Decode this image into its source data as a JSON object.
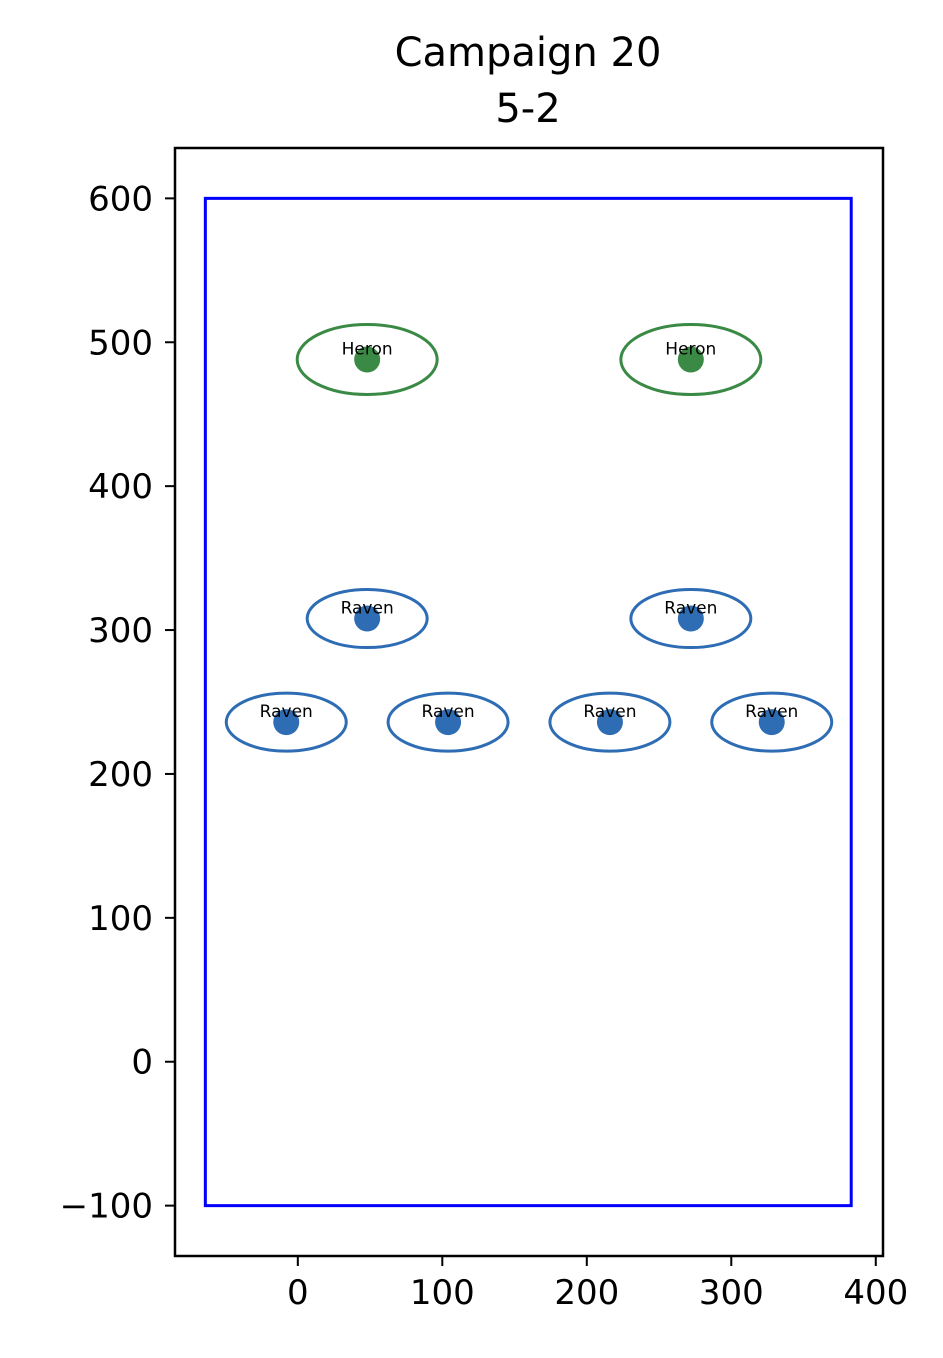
{
  "chart_data": {
    "type": "scatter",
    "title": "Campaign 20",
    "subtitle": "5-2",
    "xlabel": "",
    "ylabel": "",
    "xlim": [
      -85,
      405
    ],
    "ylim": [
      -135,
      635
    ],
    "xticks": [
      0,
      100,
      200,
      300,
      400
    ],
    "yticks": [
      -100,
      0,
      100,
      200,
      300,
      400,
      500,
      600
    ],
    "xtick_labels": [
      "0",
      "100",
      "200",
      "300",
      "400"
    ],
    "ytick_labels": [
      "−100",
      "0",
      "100",
      "200",
      "300",
      "400",
      "500",
      "600"
    ],
    "grid": false,
    "boundary": {
      "x0": -64,
      "x1": 383,
      "y0": -100,
      "y1": 600,
      "color": "#0000ff"
    },
    "points": [
      {
        "label": "Heron",
        "x": 48,
        "y": 488,
        "color": "#3a8a45"
      },
      {
        "label": "Heron",
        "x": 272,
        "y": 488,
        "color": "#3a8a45"
      },
      {
        "label": "Raven",
        "x": 48,
        "y": 308,
        "color": "#2e6db4"
      },
      {
        "label": "Raven",
        "x": 272,
        "y": 308,
        "color": "#2e6db4"
      },
      {
        "label": "Raven",
        "x": -8,
        "y": 236,
        "color": "#2e6db4"
      },
      {
        "label": "Raven",
        "x": 104,
        "y": 236,
        "color": "#2e6db4"
      },
      {
        "label": "Raven",
        "x": 216,
        "y": 236,
        "color": "#2e6db4"
      },
      {
        "label": "Raven",
        "x": 328,
        "y": 236,
        "color": "#2e6db4"
      }
    ]
  }
}
